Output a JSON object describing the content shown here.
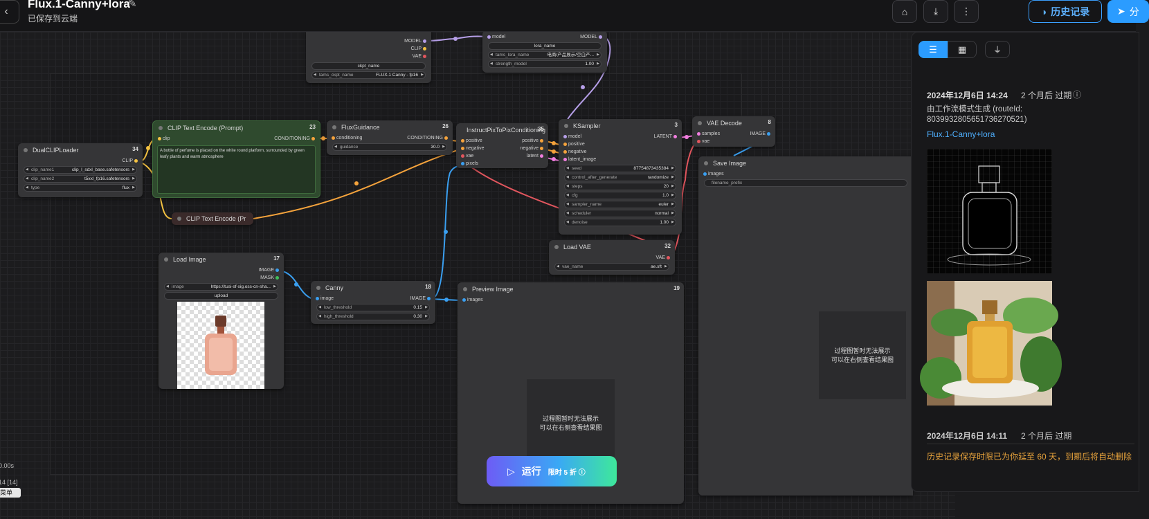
{
  "header": {
    "back_icon": "chevron-left-icon",
    "title": "Flux.1-Canny+lora",
    "subtitle": "已保存到云端",
    "history_label": "历史记录",
    "share_label": "分"
  },
  "nodes": {
    "checkpoint": {
      "out_model": "MODEL",
      "out_clip": "CLIP",
      "out_vae": "VAE",
      "ckpt_button": "ckpt_name",
      "widget_label": "tams_ckpt_name",
      "widget_value": "FLUX.1 Canny - fp16"
    },
    "lora": {
      "in_model": "model",
      "out_model": "MODEL",
      "lora_button": "lora_name",
      "w1_label": "tams_lora_name",
      "w1_value": "电商/产品展示/空白产...",
      "w2_label": "strength_model",
      "w2_value": "1.00"
    },
    "dualclip": {
      "title": "DualCLIPLoader",
      "id": "34",
      "out_clip": "CLIP",
      "w1_label": "clip_name1",
      "w1_value": "clip_l_sdxl_base.safetensors",
      "w2_label": "clip_name2",
      "w2_value": "t5xxl_fp16.safetensors",
      "w3_label": "type",
      "w3_value": "flux"
    },
    "clip_text": {
      "title": "CLIP Text Encode (Prompt)",
      "id": "23",
      "in_clip": "clip",
      "out_cond": "CONDITIONING",
      "prompt": "A bottle of perfume is placed on the white round platform, surrounded by green leafy plants and warm atmosphere"
    },
    "clip_text_collapsed": {
      "title": "CLIP Text Encode (Pr"
    },
    "flux_guidance": {
      "title": "FluxGuidance",
      "id": "26",
      "in_cond": "conditioning",
      "out_cond": "CONDITIONING",
      "w1_label": "guidance",
      "w1_value": "30.0"
    },
    "instruct": {
      "title": "InstructPixToPixConditioning",
      "id": "35",
      "in_positive": "positive",
      "in_negative": "negative",
      "in_vae": "vae",
      "in_pixels": "pixels",
      "out_positive": "positive",
      "out_negative": "negative",
      "out_latent": "latent"
    },
    "ksampler": {
      "title": "KSampler",
      "id": "3",
      "in_model": "model",
      "in_positive": "positive",
      "in_negative": "negative",
      "in_latent": "latent_image",
      "out_latent": "LATENT",
      "seed_label": "seed",
      "seed_value": "87754873435384",
      "cag_label": "control_after_generate",
      "cag_value": "randomize",
      "steps_label": "steps",
      "steps_value": "20",
      "cfg_label": "cfg",
      "cfg_value": "1.0",
      "sampler_label": "sampler_name",
      "sampler_value": "euler",
      "scheduler_label": "scheduler",
      "scheduler_value": "normal",
      "denoise_label": "denoise",
      "denoise_value": "1.00"
    },
    "vae_decode": {
      "title": "VAE Decode",
      "id": "8",
      "in_samples": "samples",
      "in_vae": "vae",
      "out_image": "IMAGE"
    },
    "save_image": {
      "title": "Save Image",
      "in_images": "images",
      "w1_label": "filename_prefix",
      "placeholder_line1": "过程图暂时无法展示",
      "placeholder_line2": "可以在右侧查看结果图"
    },
    "load_vae": {
      "title": "Load VAE",
      "id": "32",
      "out_vae": "VAE",
      "w1_label": "vae_name",
      "w1_value": "ae.sft"
    },
    "load_image": {
      "title": "Load Image",
      "id": "17",
      "out_image": "IMAGE",
      "out_mask": "MASK",
      "w1_label": "image",
      "w1_value": "https://tusi-sf-sig.oss-cn-sha...",
      "upload_label": "upload"
    },
    "canny": {
      "title": "Canny",
      "id": "18",
      "in_image": "image",
      "out_image": "IMAGE",
      "w1_label": "low_threshold",
      "w1_value": "0.15",
      "w2_label": "high_threshold",
      "w2_value": "0.30"
    },
    "preview_image": {
      "title": "Preview Image",
      "id": "19",
      "in_images": "images",
      "placeholder_line1": "过程图暂时无法展示",
      "placeholder_line2": "可以在右侧查看结果图"
    }
  },
  "run": {
    "label": "运行",
    "promo": "限时 5 折"
  },
  "stats": {
    "time": "0.00s",
    "queue": "14 [14]",
    "menu": "菜单"
  },
  "panel": {
    "date": "2024年12月6日 14:24",
    "expire": "2 个月后 过期",
    "source": "由工作流模式生成 (routeId: 803993280565173627052​1)",
    "workflow_link": "Flux.1-Canny+lora",
    "date2": "2024年12月6日 14:11",
    "expire2": "2 个月后 过期",
    "notice": "历史记录保存时限已为你延至 60 天，到期后将自动删除"
  }
}
